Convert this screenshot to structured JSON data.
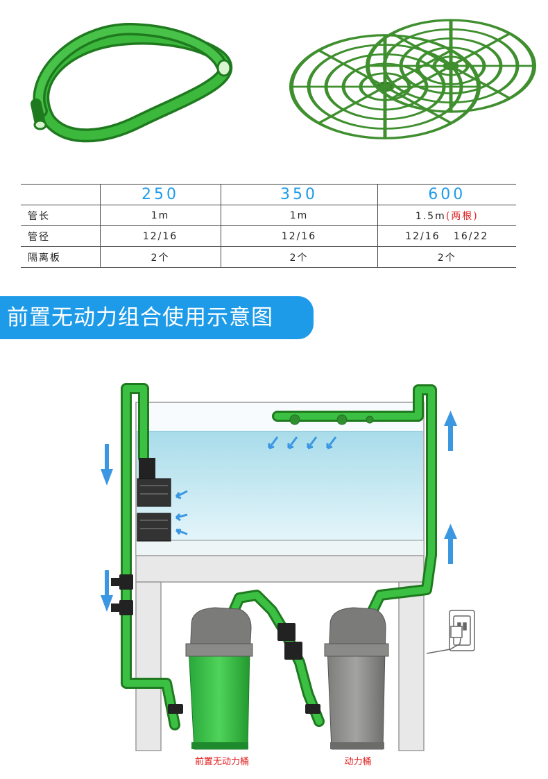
{
  "table": {
    "header": [
      "",
      "250",
      "350",
      "600"
    ],
    "rows": [
      {
        "label": "管长",
        "c250": "1m",
        "c350": "1m",
        "c600_main": "1.5m",
        "c600_note": "(两根)"
      },
      {
        "label": "管径",
        "c250": "12/16",
        "c350": "12/16",
        "c600_main": "12/16   16/22",
        "c600_note": ""
      },
      {
        "label": "隔离板",
        "c250": "2个",
        "c350": "2个",
        "c600_main": "2个",
        "c600_note": ""
      }
    ]
  },
  "banner": {
    "title": "前置无动力组合使用示意图"
  },
  "diagram": {
    "label_prefilter": "前置无动力桶",
    "label_power": "动力桶"
  },
  "colors": {
    "accent": "#1e9be8",
    "green": "#2fb13c",
    "red": "#e0201f",
    "gray": "#8c8c8a"
  }
}
